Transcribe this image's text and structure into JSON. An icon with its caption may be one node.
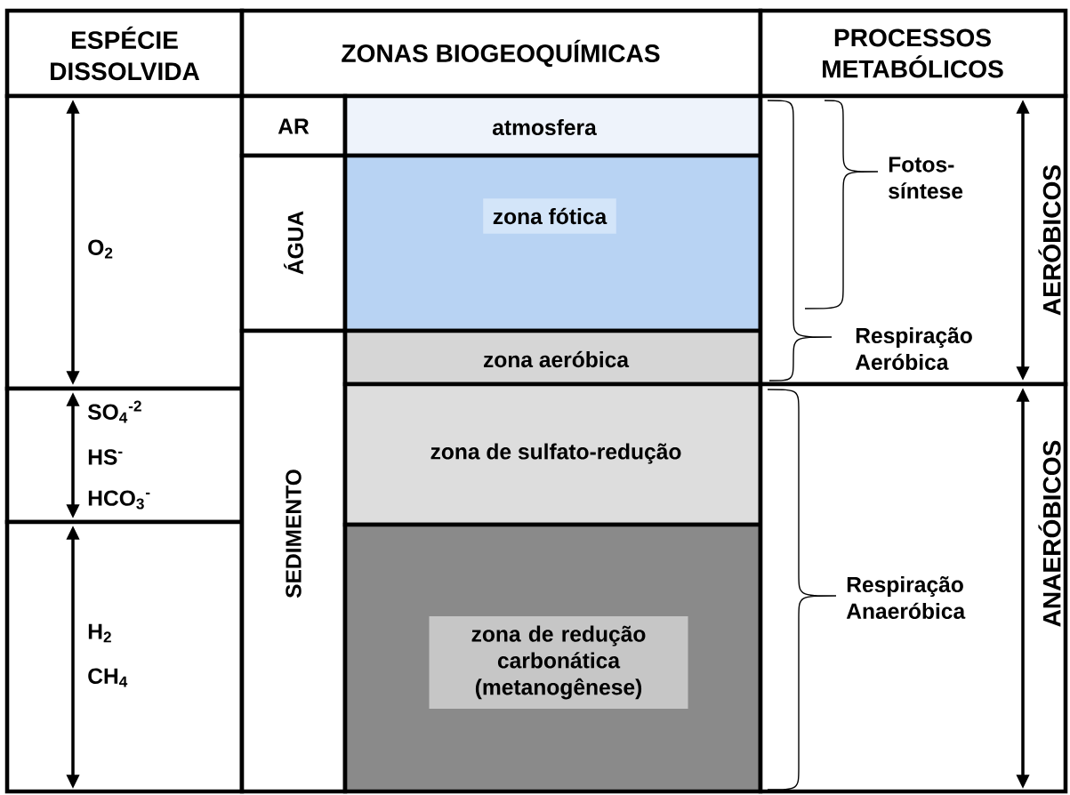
{
  "diagram": {
    "nodes": [
      {
        "text": [
          "ESPÉCIE DISSOLVIDA"
        ]
      },
      {
        "text": [
          "ZONAS BIOGEOQUÍMICAS"
        ]
      },
      {
        "text": [
          "PROCESSOS METABÓLICOS"
        ]
      },
      {
        "text": [
          "O$_{2}$"
        ]
      },
      {
        "text": [
          "SO$_{4}$$^{-2}$",
          "HS$^{-}$",
          "HCO$_{3}$$^{-}$"
        ]
      },
      {
        "text": [
          "H$_{2}$",
          "CH$_{4}$"
        ]
      },
      {
        "text": [
          "AR"
        ]
      },
      {
        "text": [
          "ÁGUA"
        ]
      },
      {
        "text": [
          "SEDIMENTO"
        ]
      },
      {
        "text": [
          "atmosfera"
        ]
      },
      {
        "text": [
          "zona fótica"
        ]
      },
      {
        "text": [
          "zona aeróbica"
        ]
      },
      {
        "text": [
          "zona de sulfato-redução"
        ]
      },
      {
        "text": [
          "zona de redução carbonática (metanogênese)"
        ]
      },
      {
        "text": [
          "Fotos- síntese",
          "Respiração Aeróbica",
          "AERÓBICOS"
        ]
      },
      {
        "text": [
          "Respiração Anaeróbica",
          "ANAERÓBICOS"
        ]
      }
    ]
  }
}
